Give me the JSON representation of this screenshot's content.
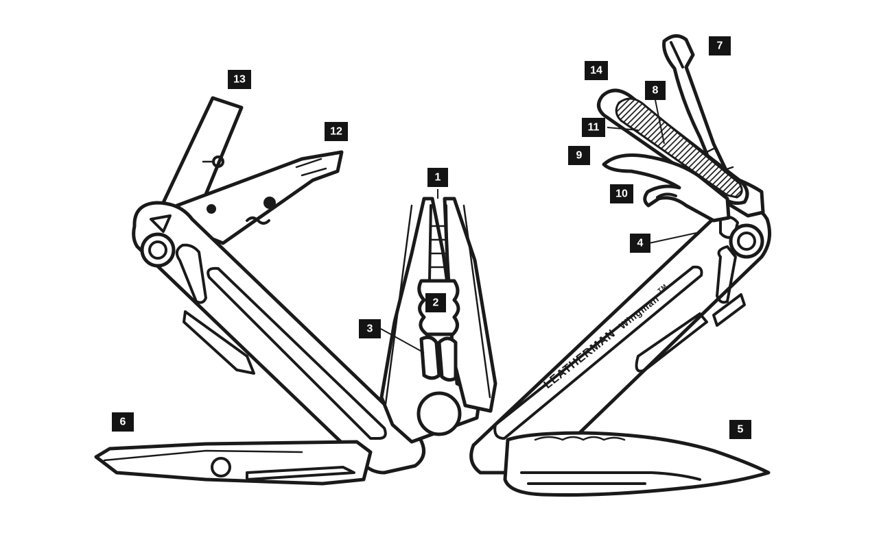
{
  "brand": {
    "name": "LEATHERMAN",
    "model": "Wingman",
    "mark": "TM"
  },
  "callouts": [
    {
      "id": "1",
      "label": "1"
    },
    {
      "id": "2",
      "label": "2"
    },
    {
      "id": "3",
      "label": "3"
    },
    {
      "id": "4",
      "label": "4"
    },
    {
      "id": "5",
      "label": "5"
    },
    {
      "id": "6",
      "label": "6"
    },
    {
      "id": "7",
      "label": "7"
    },
    {
      "id": "8",
      "label": "8"
    },
    {
      "id": "9",
      "label": "9"
    },
    {
      "id": "10",
      "label": "10"
    },
    {
      "id": "11",
      "label": "11"
    },
    {
      "id": "12",
      "label": "12"
    },
    {
      "id": "13",
      "label": "13"
    },
    {
      "id": "14",
      "label": "14"
    }
  ],
  "colors": {
    "line": "#1a1a1a",
    "background": "#ffffff",
    "badge": "#141414",
    "badge_text": "#ffffff"
  }
}
